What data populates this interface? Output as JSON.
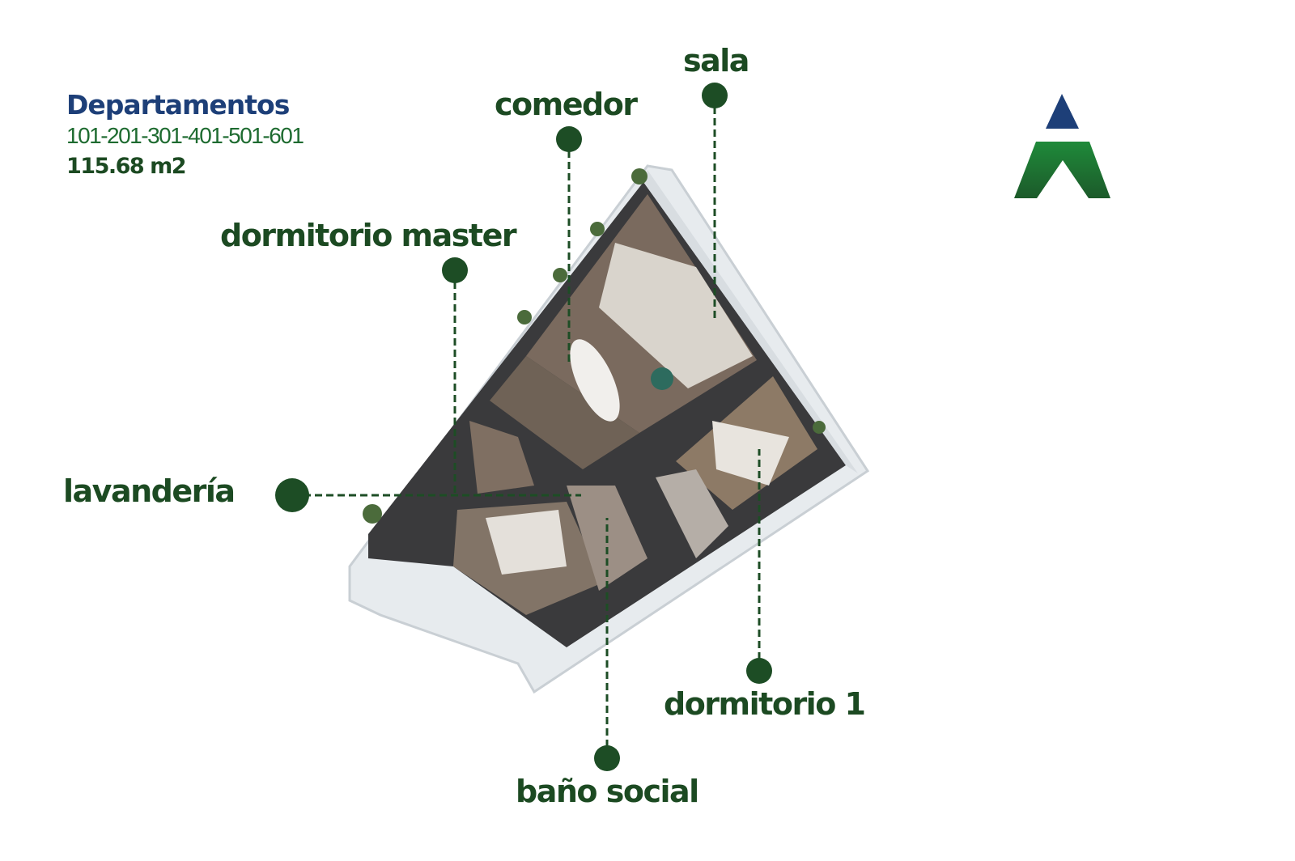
{
  "header": {
    "title": "Departamentos",
    "units": "101-201-301-401-501-601",
    "area": "115.68 m2"
  },
  "rooms": {
    "sala": "sala",
    "comedor": "comedor",
    "dormitorio_master": "dormitorio master",
    "lavanderia": "lavandería",
    "dormitorio_1": "dormitorio 1",
    "bano_social": "baño social"
  },
  "colors": {
    "brand_blue": "#1d3f78",
    "brand_green": "#1c7a34",
    "label_green": "#1c4a22",
    "marker": "#1d4d25"
  },
  "logo": {
    "icon": "triangle-a-logo"
  }
}
